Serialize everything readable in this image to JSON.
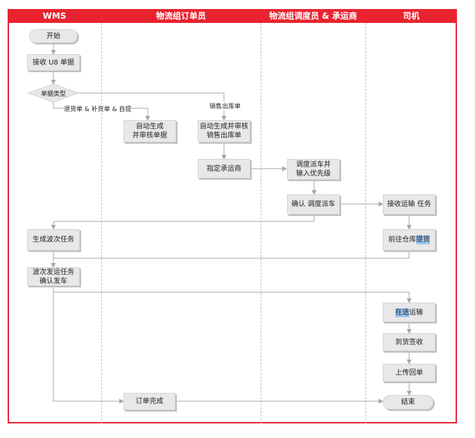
{
  "lanes": {
    "wms": "WMS",
    "order_clerk": "物流组订单员",
    "dispatcher": "物流组调度员 & 承运商",
    "driver": "司机"
  },
  "nodes": {
    "start": "开始",
    "receive_u8": "接收 U8 单据",
    "doc_type": "单据类型",
    "auto_gen_audit": "自动生成\n并审核单据",
    "auto_gen_sales": "自动生成并审核\n销售出库单",
    "assign_carrier": "指定承运商",
    "dispatch_priority": "调度派车并\n输入优先级",
    "confirm_dispatch": "确认 调度派车",
    "receive_task": "接收运输 任务",
    "to_warehouse_prefix": "前往仓库",
    "to_warehouse_hl": "提货",
    "gen_wave": "生成波次任务",
    "wave_ship": "波次发运任务\n确认发车",
    "transport_hl": "在途",
    "transport_suffix": "运输",
    "arrival_sign": "到货签收",
    "upload_receipt": "上传回单",
    "order_done": "订单完成",
    "end": "结束"
  },
  "edge_labels": {
    "return_branch": "退货单 & 补货单 & 自提",
    "sales_branch": "销售出库单"
  },
  "colors": {
    "accent": "#e8232f",
    "box_fill": "#e8e8e8",
    "highlight": "#9cc7f2",
    "connector": "#a6a6a6"
  }
}
